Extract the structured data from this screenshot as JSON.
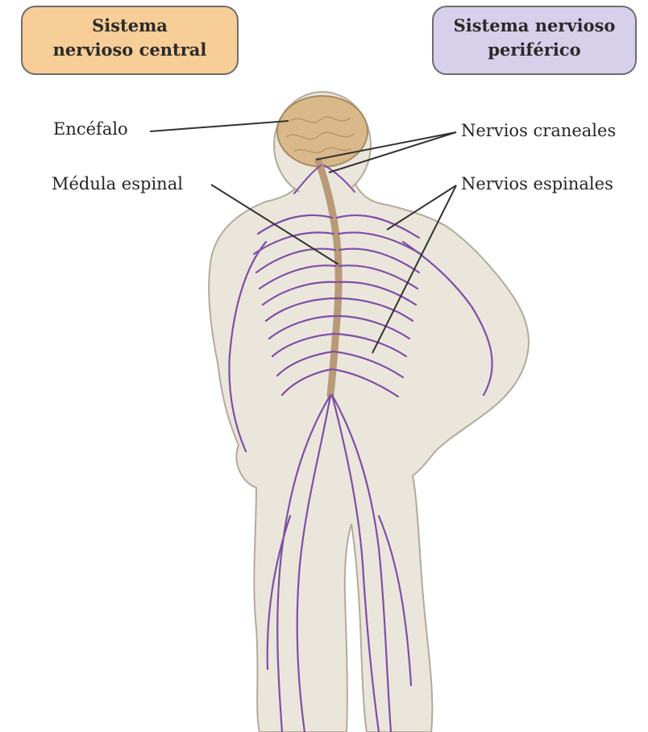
{
  "boxes": {
    "central": {
      "line1": "Sistema",
      "line2": "nervioso central",
      "color": "#f7cd98"
    },
    "peripheral": {
      "line1": "Sistema nervioso",
      "line2": "periférico",
      "color": "#d6d0ea"
    }
  },
  "labels": {
    "brain": "Encéfalo",
    "spinal_cord": "Médula espinal",
    "cranial_nerves": "Nervios craneales",
    "spinal_nerves": "Nervios espinales"
  },
  "colors": {
    "nerves": "#7e4fa6",
    "skin": "#ebe6dc",
    "brain": "#d9b98a",
    "spinal_cord": "#b99a78"
  }
}
